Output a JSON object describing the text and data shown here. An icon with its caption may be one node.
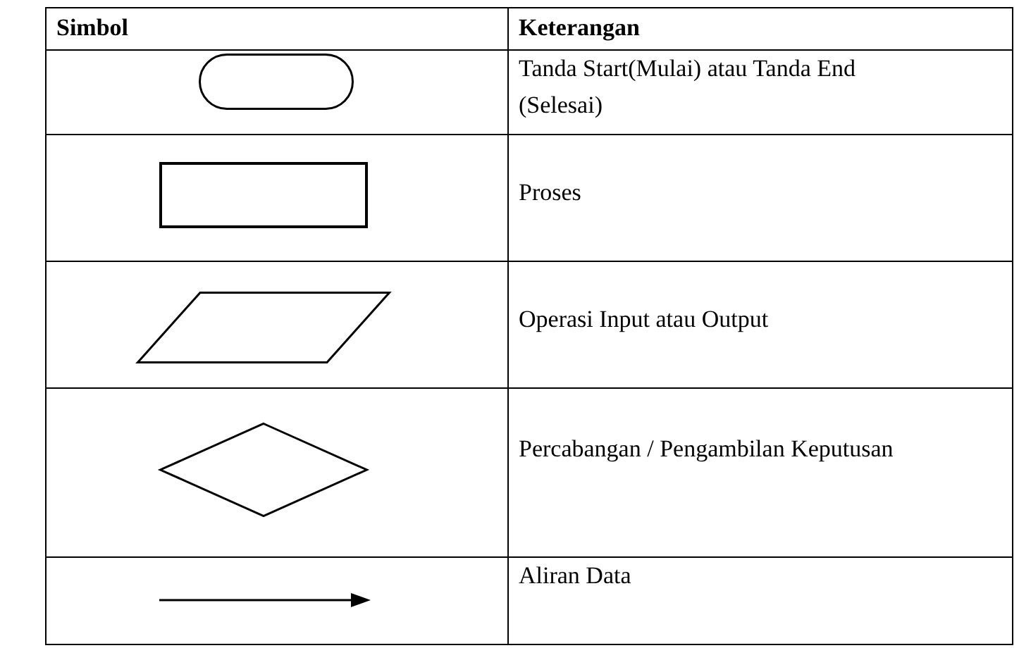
{
  "diagram": {
    "nodes": [
      {
        "text": [],
        "shape": "terminator"
      },
      {
        "text": [],
        "shape": "box"
      },
      {
        "text": [],
        "shape": "parallelogram"
      },
      {
        "text": [],
        "shape": "diamond"
      }
    ],
    "labels": [
      "Simbol",
      "Keterangan",
      "Tanda Start(Mulai) atau Tanda End (Selesai)",
      "Proses",
      "Operasi Input atau Output",
      "Percabangan / Pengambilan Keputusan",
      "Aliran Data"
    ]
  }
}
